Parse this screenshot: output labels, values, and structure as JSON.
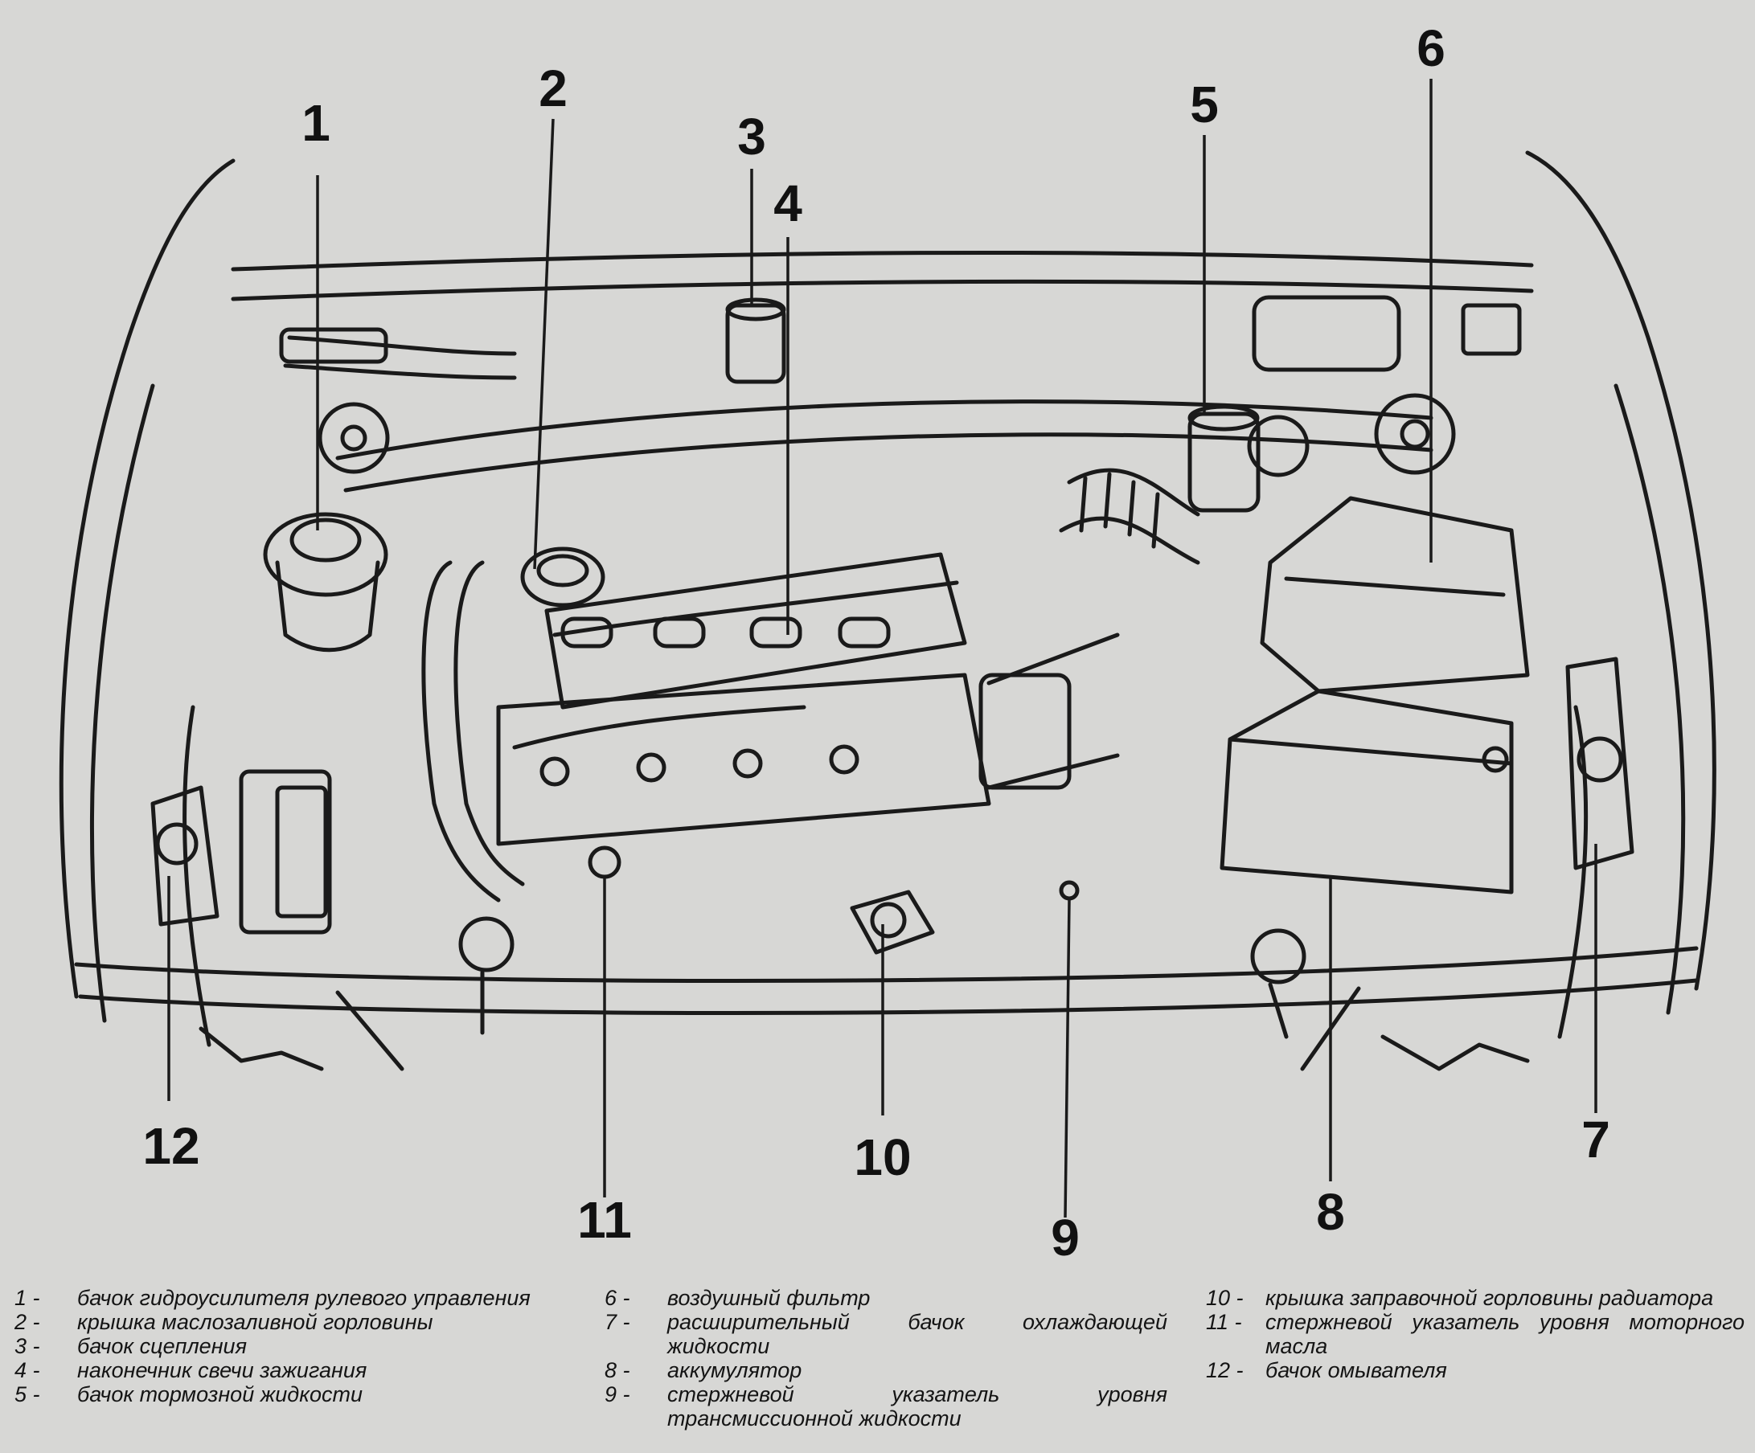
{
  "figure": {
    "callouts": [
      {
        "id": "1",
        "text": "1"
      },
      {
        "id": "2",
        "text": "2"
      },
      {
        "id": "3",
        "text": "3"
      },
      {
        "id": "4",
        "text": "4"
      },
      {
        "id": "5",
        "text": "5"
      },
      {
        "id": "6",
        "text": "6"
      },
      {
        "id": "7",
        "text": "7"
      },
      {
        "id": "8",
        "text": "8"
      },
      {
        "id": "9",
        "text": "9"
      },
      {
        "id": "10",
        "text": "10"
      },
      {
        "id": "11",
        "text": "11"
      },
      {
        "id": "12",
        "text": "12"
      }
    ]
  },
  "legend": {
    "items": [
      {
        "num": "1 -",
        "text": "бачок гидроусилителя рулевого управления"
      },
      {
        "num": "2 -",
        "text": "крышка маслозаливной горловины"
      },
      {
        "num": "3 -",
        "text": "бачок сцепления"
      },
      {
        "num": "4 -",
        "text": "наконечник свечи зажигания"
      },
      {
        "num": "5 -",
        "text": "бачок тормозной жидкости"
      },
      {
        "num": "6 -",
        "text": "воздушный фильтр"
      },
      {
        "num": "7 -",
        "text": "расширительный бачок охлаждающей жидкости"
      },
      {
        "num": "8 -",
        "text": "аккумулятор"
      },
      {
        "num": "9 -",
        "text": "стержневой указатель уровня трансмиссионной жидкости"
      },
      {
        "num": "10 -",
        "text": "крышка заправочной горловины радиатора"
      },
      {
        "num": "11 -",
        "text": "стержневой указатель уровня моторного масла"
      },
      {
        "num": "12 -",
        "text": "бачок омывателя"
      }
    ]
  }
}
